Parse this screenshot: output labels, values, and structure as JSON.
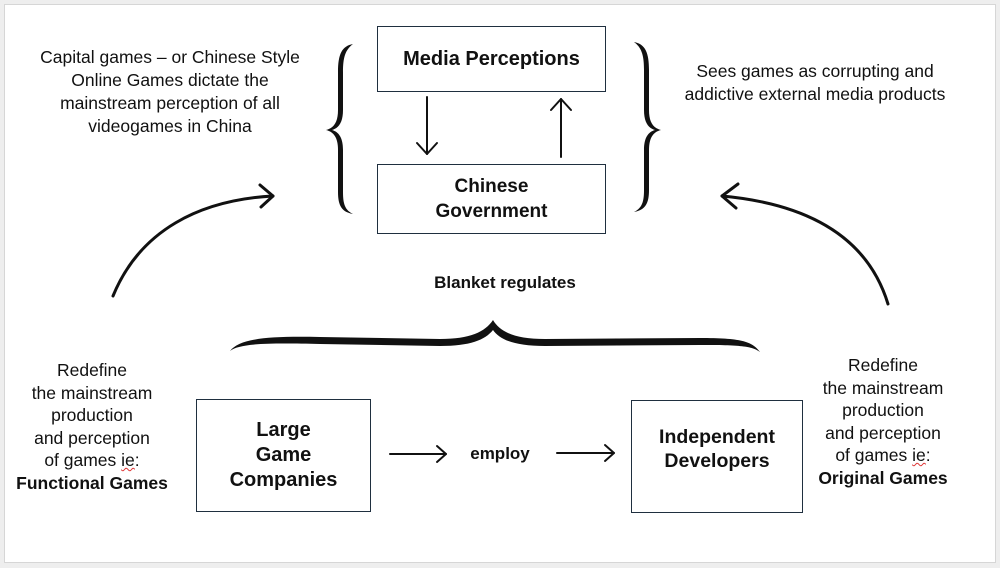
{
  "diagram": {
    "top_left_note": [
      "Capital games – or Chinese Style",
      "Online Games dictate the",
      "mainstream perception of all",
      "videogames in China"
    ],
    "top_right_note": [
      "Sees games as corrupting and",
      "addictive external media products"
    ],
    "media_box": "Media Perceptions",
    "government_box": [
      "Chinese",
      "Government"
    ],
    "blanket_label": "Blanket regulates",
    "large_box": [
      "Large",
      "Game",
      "Companies"
    ],
    "employ_label": "employ",
    "indie_box": [
      "Independent",
      "Developers"
    ],
    "left_note": {
      "lines": [
        "Redefine",
        "the mainstream",
        "production",
        "and perception"
      ],
      "last_prefix": "of games ",
      "last_word": "ie",
      "last_suffix": ":",
      "bold": "Functional Games"
    },
    "right_note": {
      "lines": [
        "Redefine",
        "the mainstream",
        "production",
        "and perception"
      ],
      "last_prefix": "of games ",
      "last_word": "ie",
      "last_suffix": ":",
      "bold": "Original Games"
    }
  }
}
